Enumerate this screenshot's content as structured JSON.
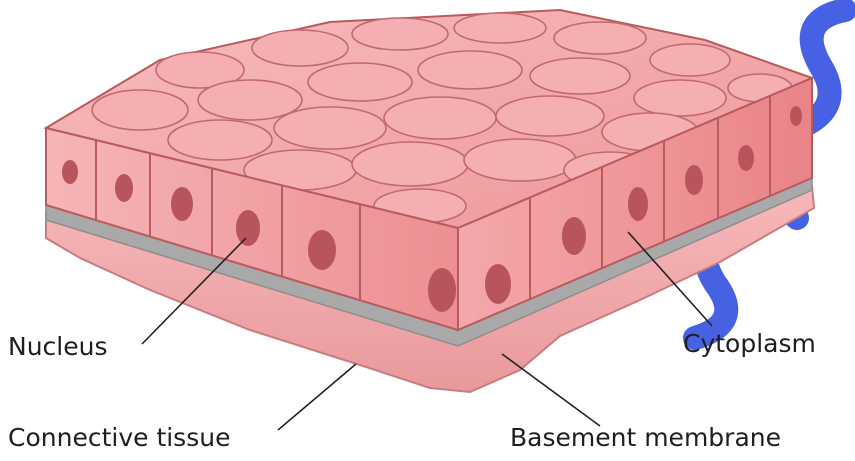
{
  "labels": {
    "nucleus": "Nucleus",
    "cytoplasm": "Cytoplasm",
    "connective_tissue": "Connective tissue",
    "basement_membrane": "Basement membrane"
  },
  "colors": {
    "cell_top": "#f2a4a6",
    "cell_face": "#f19a9c",
    "cell_outline": "#b85a5e",
    "nucleus": "#b8545c",
    "basement_membrane": "#a9a9a9",
    "connective_tissue": "#f2aeb0",
    "leader_line": "#222222",
    "watermark": "#2f4bdc"
  },
  "watermark": "SES"
}
